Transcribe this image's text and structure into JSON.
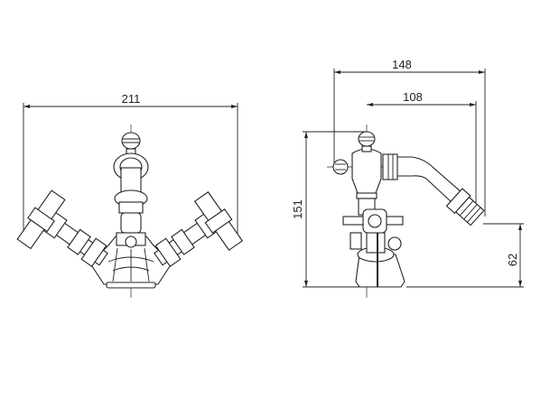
{
  "drawing": {
    "front_view": {
      "width_label": "211"
    },
    "side_view": {
      "overall_depth_label": "148",
      "spout_reach_label": "108",
      "height_label": "151",
      "spout_height_label": "62"
    }
  },
  "colors": {
    "line": "#222222",
    "background": "#ffffff"
  }
}
